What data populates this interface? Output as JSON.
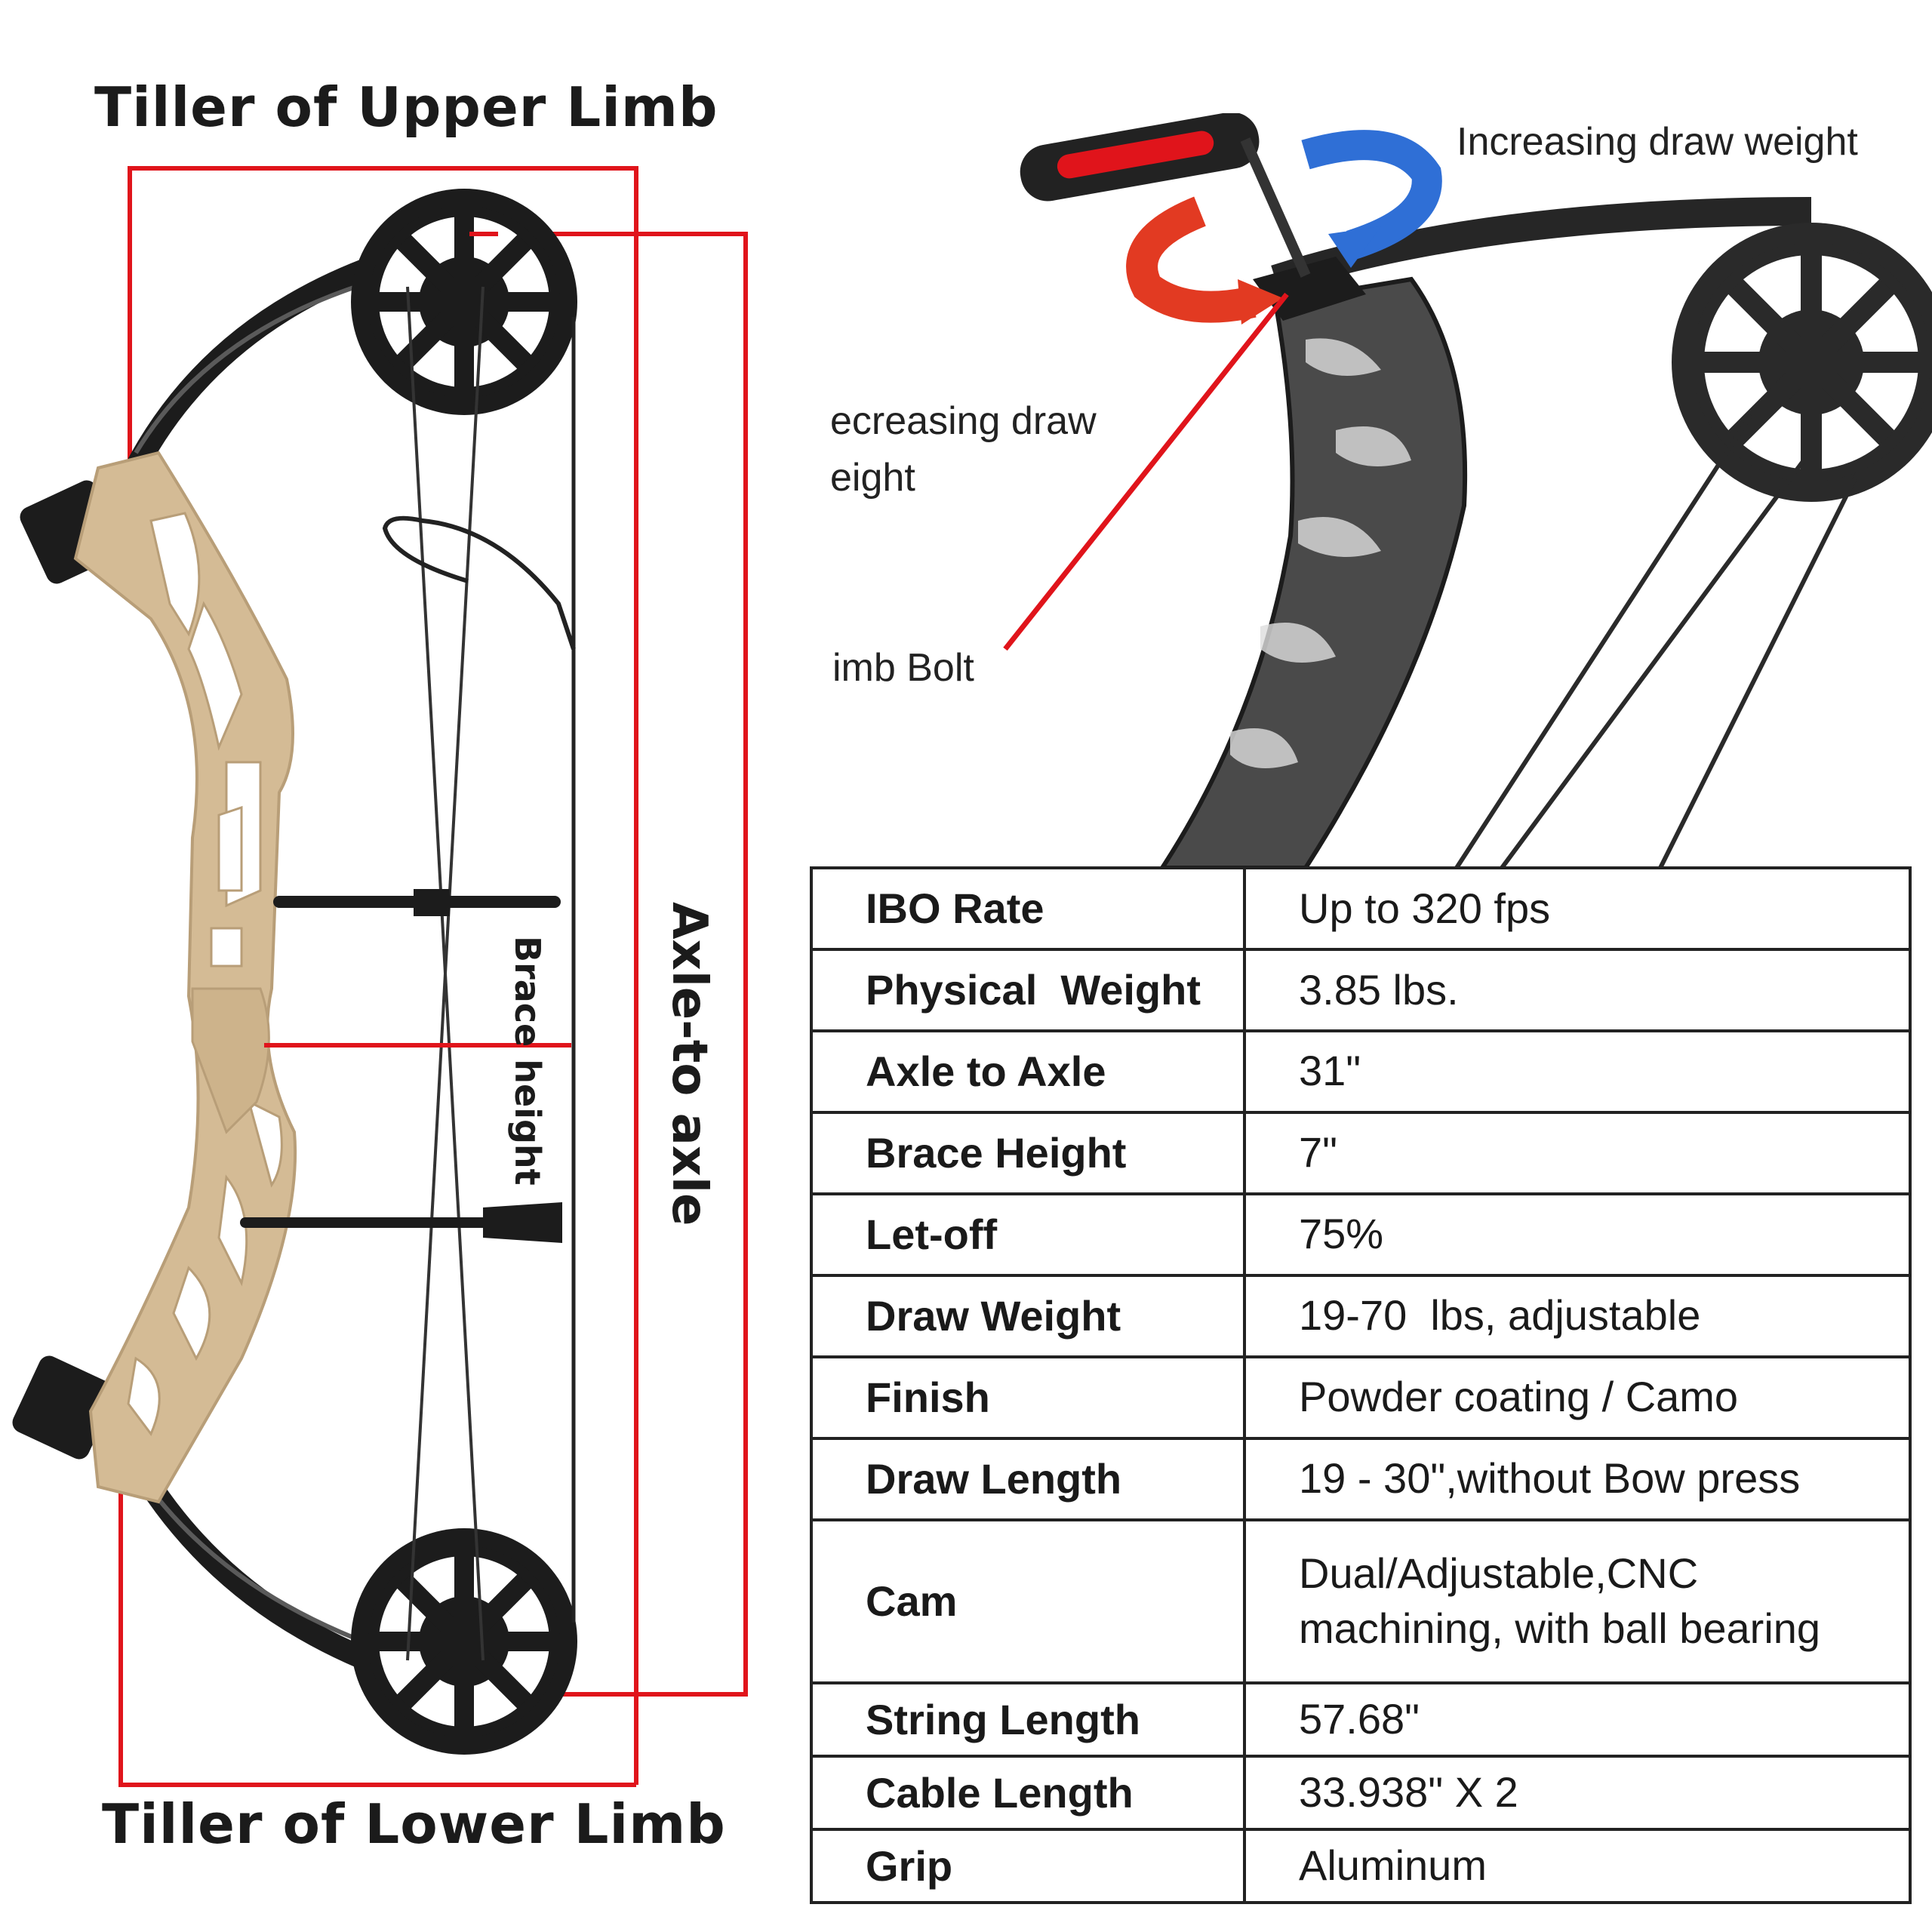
{
  "left_diagram": {
    "title_top": "Tiller of Upper Limb",
    "title_bottom": "Tiller of Lower Limb",
    "label_axle": "Axle-to axle",
    "label_brace": "Brace height"
  },
  "right_diagram": {
    "label_increasing": "Increasing draw weight",
    "label_decreasing_line1": "ecreasing draw",
    "label_decreasing_line2": "eight",
    "label_limb_bolt": "imb Bolt"
  },
  "colors": {
    "accent_red": "#e0141b",
    "riser_tan": "#d4bb95",
    "limb_black": "#1c1c1c"
  },
  "specs": {
    "rows": [
      {
        "label": "IBO Rate",
        "value": "Up to 320 fps"
      },
      {
        "label": "Physical  Weight",
        "value": "3.85 lbs."
      },
      {
        "label": "Axle to Axle",
        "value": "31\""
      },
      {
        "label": "Brace Height",
        "value": "7\""
      },
      {
        "label": "Let-off",
        "value": "75%"
      },
      {
        "label": "Draw Weight",
        "value": "19-70  lbs, adjustable"
      },
      {
        "label": "Finish",
        "value": "Powder coating / Camo"
      },
      {
        "label": "Draw Length",
        "value": "19 - 30\",without Bow press"
      },
      {
        "label": "Cam",
        "value": "Dual/Adjustable,CNC machining, with ball bearing"
      },
      {
        "label": "String Length",
        "value": "57.68\""
      },
      {
        "label": "Cable Length",
        "value": "33.938\" X 2"
      },
      {
        "label": "Grip",
        "value": "Aluminum"
      }
    ]
  }
}
